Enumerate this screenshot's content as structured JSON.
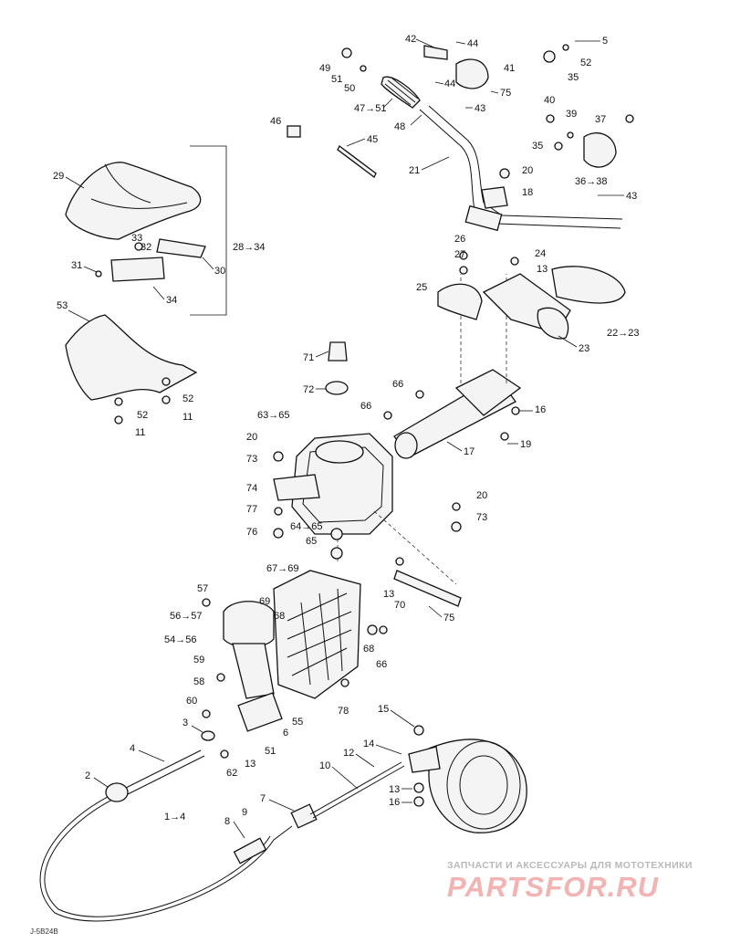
{
  "labels": {
    "p1_4": "1→4",
    "p2": "2",
    "p3": "3",
    "p4": "4",
    "p5": "5",
    "p6": "6",
    "p7": "7",
    "p8": "8",
    "p9": "9",
    "p10": "10",
    "p11a": "11",
    "p11b": "11",
    "p12": "12",
    "p13a": "13",
    "p13b": "13",
    "p13c": "13",
    "p13d": "13",
    "p14": "14",
    "p15": "15",
    "p16a": "16",
    "p16b": "16",
    "p17": "17",
    "p18": "18",
    "p19": "19",
    "p20a": "20",
    "p20b": "20",
    "p20c": "20",
    "p21": "21",
    "p22_23": "22→23",
    "p23": "23",
    "p24": "24",
    "p25": "25",
    "p26": "26",
    "p27": "27",
    "p28_34": "28→34",
    "p29": "29",
    "p30": "30",
    "p31": "31",
    "p32": "32",
    "p33": "33",
    "p34": "34",
    "p35a": "35",
    "p35b": "35",
    "p36_38": "36→38",
    "p37": "37",
    "p39": "39",
    "p40": "40",
    "p41": "41",
    "p42": "42",
    "p43a": "43",
    "p43b": "43",
    "p44a": "44",
    "p44b": "44",
    "p45": "45",
    "p46": "46",
    "p47_51": "47→51",
    "p48": "48",
    "p49": "49",
    "p50": "50",
    "p51a": "51",
    "p51b": "51",
    "p52a": "52",
    "p52b": "52",
    "p52c": "52",
    "p53": "53",
    "p54_56": "54→56",
    "p55": "55",
    "p56_57": "56→57",
    "p57": "57",
    "p58": "58",
    "p59": "59",
    "p60": "60",
    "p62": "62",
    "p63_65": "63→65",
    "p64_65": "64→65",
    "p65": "65",
    "p66a": "66",
    "p66b": "66",
    "p67_69": "67→69",
    "p68a": "68",
    "p68b": "68",
    "p69": "69",
    "p70": "70",
    "p71": "71",
    "p72": "72",
    "p73a": "73",
    "p73b": "73",
    "p74": "74",
    "p75a": "75",
    "p75b": "75",
    "p76": "76",
    "p77": "77",
    "p78": "78"
  },
  "footer": {
    "watermark_tagline": "ЗАПЧАСТИ И АКСЕССУАРЫ ДЛЯ МОТОТЕХНИКИ",
    "watermark_logo": "PARTSFOR.RU",
    "drawing_code": "J-5B24B"
  },
  "colors": {
    "line": "#111111",
    "part_fill": "#f4f4f4",
    "watermark": "#f2b3b3"
  }
}
